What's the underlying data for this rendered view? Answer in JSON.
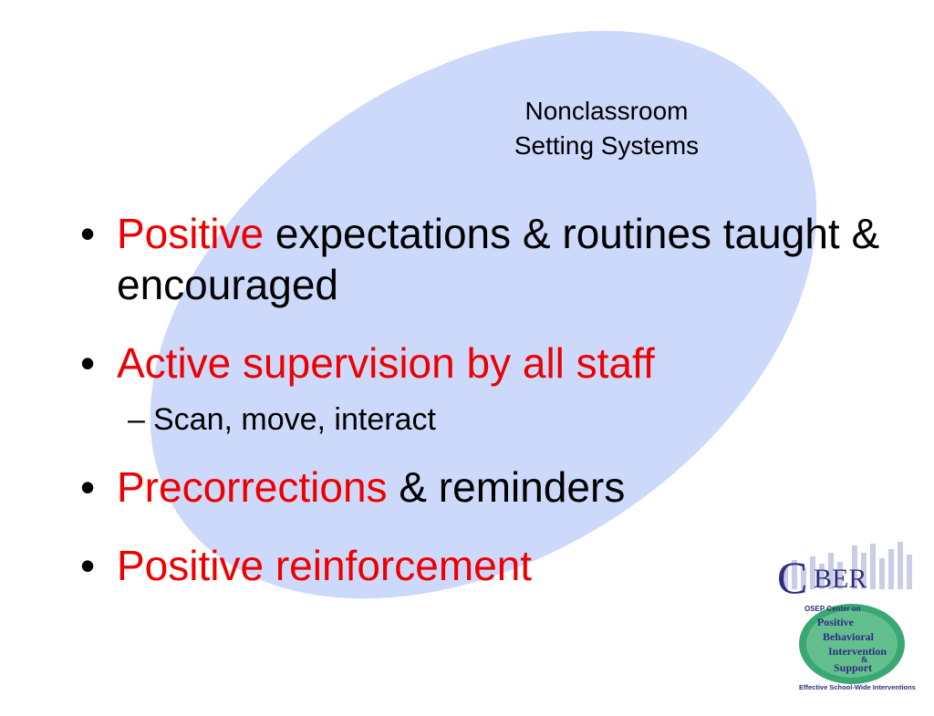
{
  "title": {
    "line1": "Nonclassroom",
    "line2": "Setting Systems"
  },
  "bullets": [
    {
      "red": "Positive",
      "black": "expectations & routines taught & encouraged"
    },
    {
      "red": "Active supervision by all staff",
      "black": ""
    },
    {
      "red": "Precorrections",
      "black": "& reminders"
    },
    {
      "red": "Positive reinforcement",
      "black": ""
    }
  ],
  "subbullet": "Scan, move, interact",
  "logo": {
    "cber": "CBER",
    "osep": "OSEP Center on",
    "positive": "Positive",
    "behavioral": "Behavioral",
    "intervention": "Intervention",
    "amp": "&",
    "support": "Support",
    "tagline": "Effective School-Wide Interventions"
  },
  "colors": {
    "accent_red": "#ee0000",
    "ellipse": "#ccd9fb",
    "logo_green": "#3aa872"
  }
}
